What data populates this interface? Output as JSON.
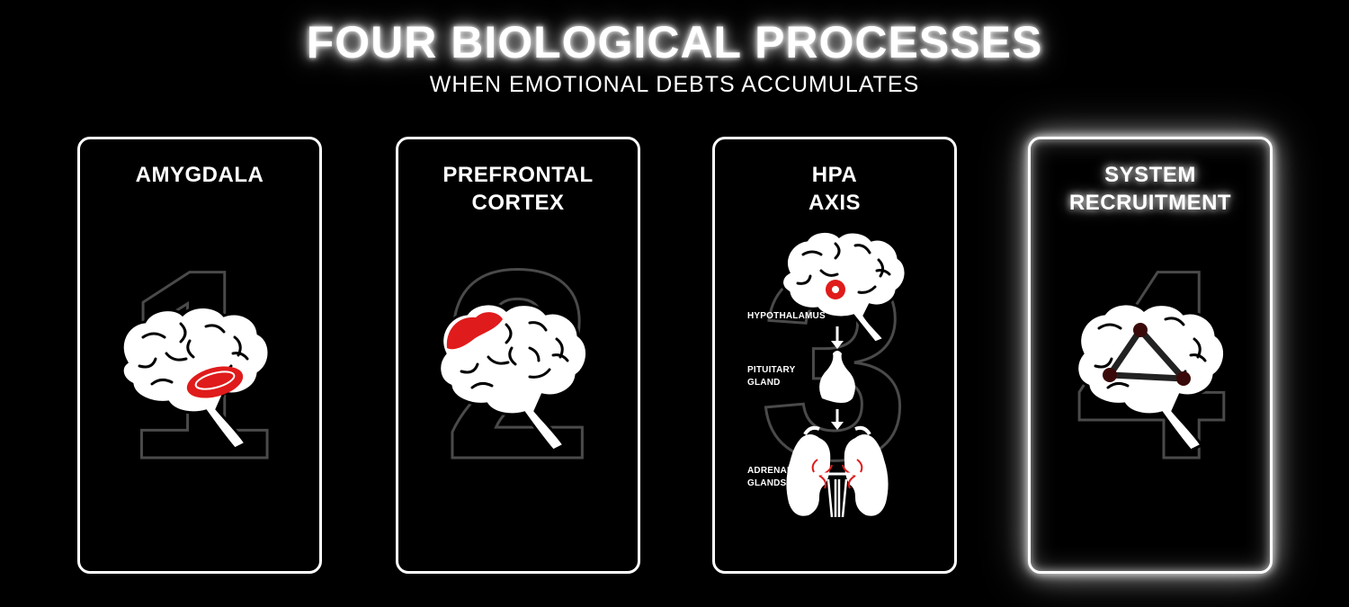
{
  "header": {
    "title": "FOUR BIOLOGICAL PROCESSES",
    "subtitle": "WHEN EMOTIONAL DEBTS ACCUMULATES"
  },
  "cards": [
    {
      "number": "1",
      "title_lines": [
        "AMYGDALA"
      ],
      "glow": false
    },
    {
      "number": "2",
      "title_lines": [
        "PREFRONTAL",
        "CORTEX"
      ],
      "glow": false
    },
    {
      "number": "3",
      "title_lines": [
        "HPA",
        "AXIS"
      ],
      "glow": false,
      "labels": {
        "hypothalamus": "HYPOTHALAMUS",
        "pituitary_1": "PITUITARY",
        "pituitary_2": "GLAND",
        "adrenal_1": "ADRENAL",
        "adrenal_2": "GLANDS"
      }
    },
    {
      "number": "4",
      "title_lines": [
        "SYSTEM",
        "RECRUITMENT"
      ],
      "glow": true
    }
  ],
  "colors": {
    "accent": "#e01b1b",
    "background": "#000000",
    "outline": "#ffffff",
    "numeral_stroke": "#4a4a4a"
  }
}
